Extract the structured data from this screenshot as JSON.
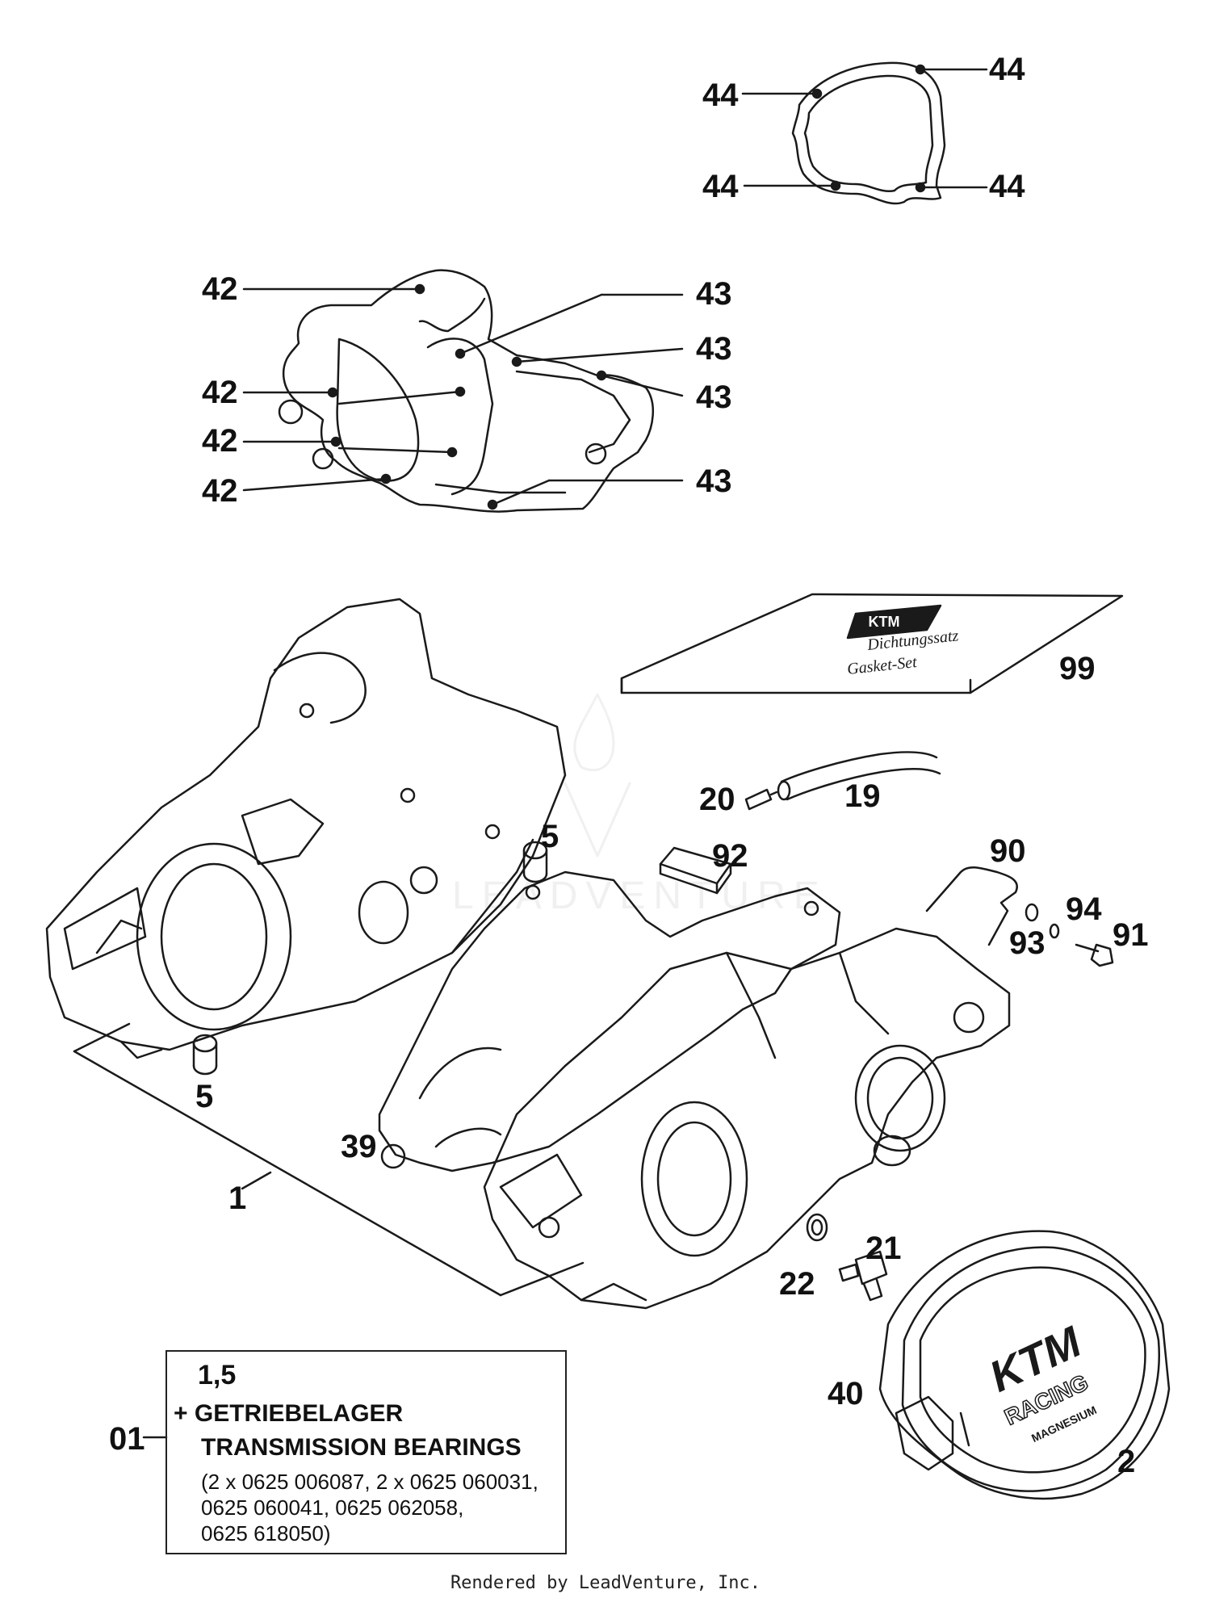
{
  "labels": {
    "l44_tr": "44",
    "l44_tl": "44",
    "l44_bl": "44",
    "l44_br": "44",
    "l42_a": "42",
    "l42_b": "42",
    "l42_c": "42",
    "l42_d": "42",
    "l43_a": "43",
    "l43_b": "43",
    "l43_c": "43",
    "l43_d": "43",
    "l99": "99",
    "l20": "20",
    "l19": "19",
    "l92": "92",
    "l5_top": "5",
    "l90": "90",
    "l94": "94",
    "l93": "93",
    "l91": "91",
    "l5_bottom": "5",
    "l39": "39",
    "l1": "1",
    "l21": "21",
    "l22": "22",
    "l40": "40",
    "l2": "2",
    "l01": "01"
  },
  "gasket_set": {
    "line1": "Dichtungssatz",
    "line2": "Gasket-Set",
    "logo_text": "KTM"
  },
  "cover_badge": {
    "brand": "KTM",
    "racing": "RACING",
    "material": "MAGNESIUM"
  },
  "note": {
    "parts": "1,5",
    "de": "+ GETRIEBELAGER",
    "en": "TRANSMISSION BEARINGS",
    "part_numbers": [
      "(2 x 0625 006087, 2 x 0625 060031,",
      "0625 060041, 0625 062058,",
      "0625 618050)"
    ]
  },
  "footer": "Rendered by LeadVenture, Inc.",
  "watermark": "LEADVENTURE"
}
